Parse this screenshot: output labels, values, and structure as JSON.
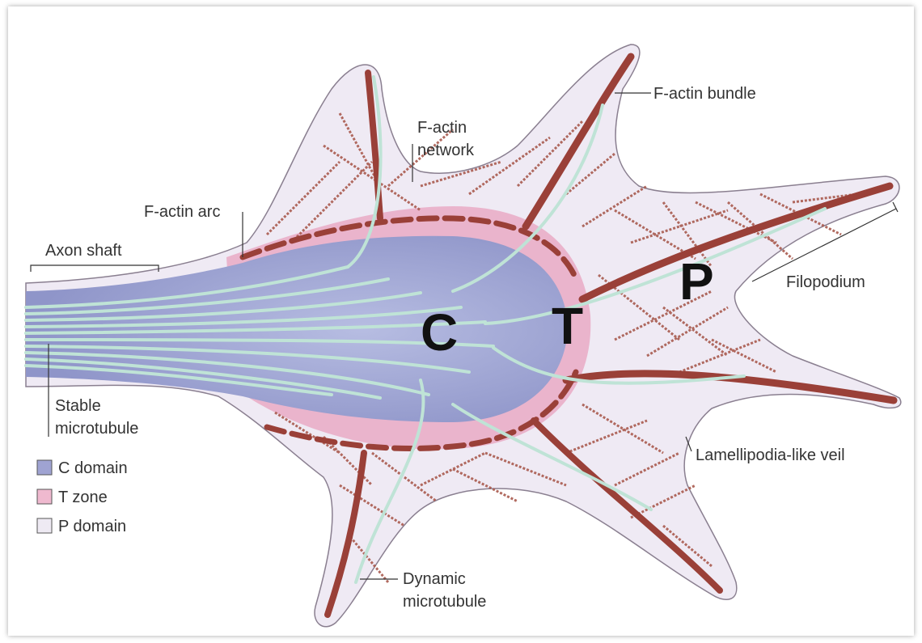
{
  "labels": {
    "f_actin_bundle": "F-actin bundle",
    "f_actin_network_1": "F-actin",
    "f_actin_network_2": "network",
    "f_actin_arc": "F-actin arc",
    "axon_shaft": "Axon shaft",
    "filopodium": "Filopodium",
    "stable_mt_1": "Stable",
    "stable_mt_2": "microtubule",
    "veil": "Lamellipodia-like veil",
    "dynamic_mt_1": "Dynamic",
    "dynamic_mt_2": "microtubule"
  },
  "region_letters": {
    "c": "C",
    "t": "T",
    "p": "P"
  },
  "legend": [
    {
      "label": "C domain",
      "color": "#9fa3d2"
    },
    {
      "label": "T zone",
      "color": "#efb9cf"
    },
    {
      "label": "P domain",
      "color": "#eeeaf3"
    }
  ],
  "colors": {
    "p_domain": "#efeaf4",
    "c_domain": "#9ea4d4",
    "t_zone": "#eab4cc",
    "actin": "#9a4038",
    "microtubule": "#bfe3d6"
  }
}
